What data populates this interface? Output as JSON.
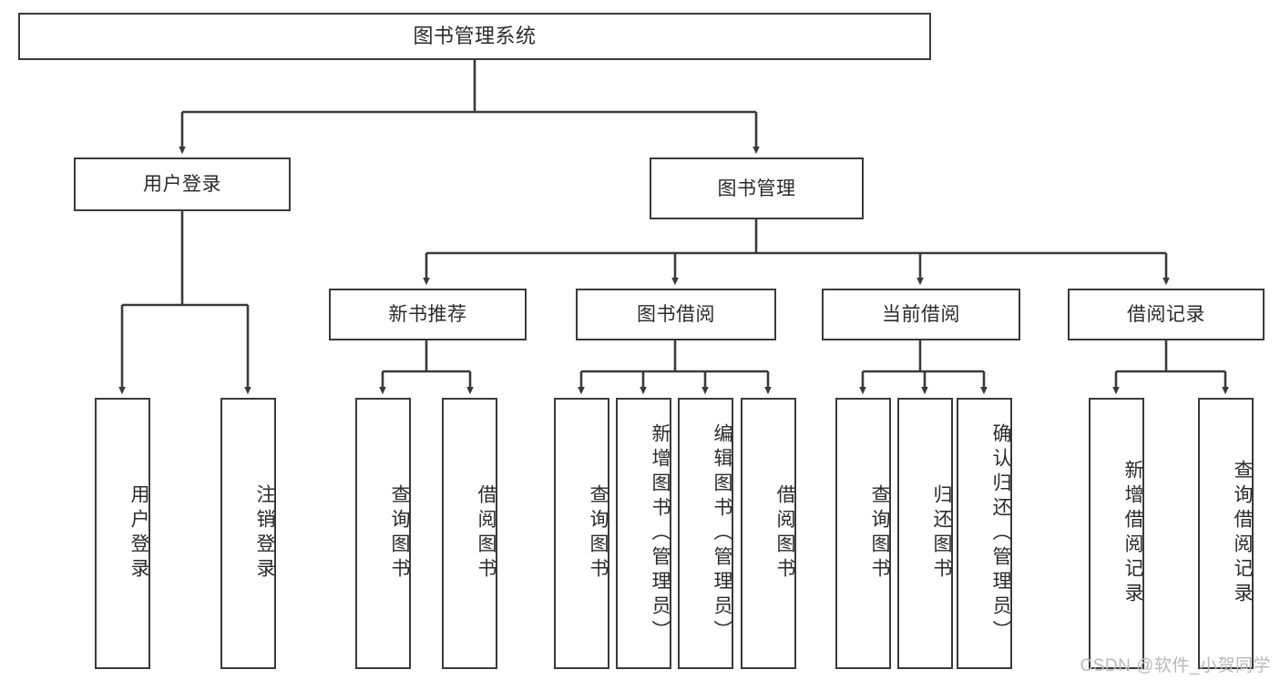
{
  "diagram": {
    "title": "图书管理系统",
    "type": "tree-hierarchy-diagram",
    "root": {
      "id": "root",
      "label": "图书管理系统"
    },
    "level1": [
      {
        "id": "user-login",
        "label": "用户登录"
      },
      {
        "id": "book-manage",
        "label": "图书管理"
      }
    ],
    "level2": [
      {
        "id": "new-book-recommend",
        "label": "新书推荐",
        "parent": "book-manage"
      },
      {
        "id": "book-borrow",
        "label": "图书借阅",
        "parent": "book-manage"
      },
      {
        "id": "current-borrow",
        "label": "当前借阅",
        "parent": "book-manage"
      },
      {
        "id": "borrow-record",
        "label": "借阅记录",
        "parent": "book-manage"
      }
    ],
    "leaves": [
      {
        "id": "leaf-user-login",
        "label": "用户登录",
        "parent": "user-login"
      },
      {
        "id": "leaf-user-logout",
        "label": "注销登录",
        "parent": "user-login"
      },
      {
        "id": "leaf-query-book-1",
        "label": "查询图书",
        "parent": "new-book-recommend"
      },
      {
        "id": "leaf-borrow-book-1",
        "label": "借阅图书",
        "parent": "new-book-recommend"
      },
      {
        "id": "leaf-query-book-2",
        "label": "查询图书",
        "parent": "book-borrow"
      },
      {
        "id": "leaf-add-book",
        "label": "新增图书（管理员）",
        "parent": "book-borrow"
      },
      {
        "id": "leaf-edit-book",
        "label": "编辑图书（管理员）",
        "parent": "book-borrow"
      },
      {
        "id": "leaf-borrow-book-2",
        "label": "借阅图书",
        "parent": "book-borrow"
      },
      {
        "id": "leaf-query-book-3",
        "label": "查询图书",
        "parent": "current-borrow"
      },
      {
        "id": "leaf-return-book",
        "label": "归还图书",
        "parent": "current-borrow"
      },
      {
        "id": "leaf-confirm-return",
        "label": "确认归还（管理员）",
        "parent": "current-borrow"
      },
      {
        "id": "leaf-add-record",
        "label": "新增借阅记录",
        "parent": "borrow-record"
      },
      {
        "id": "leaf-query-record",
        "label": "查询借阅记录",
        "parent": "borrow-record"
      }
    ],
    "watermark": "CSDN @软件_小贺同学",
    "colors": {
      "box_border": "#3a3a3a",
      "box_fill": "#ffffff",
      "text": "#2b2b2b",
      "connector": "#3a3a3a",
      "watermark": "#b9b9b9",
      "background": "#ffffff"
    }
  }
}
